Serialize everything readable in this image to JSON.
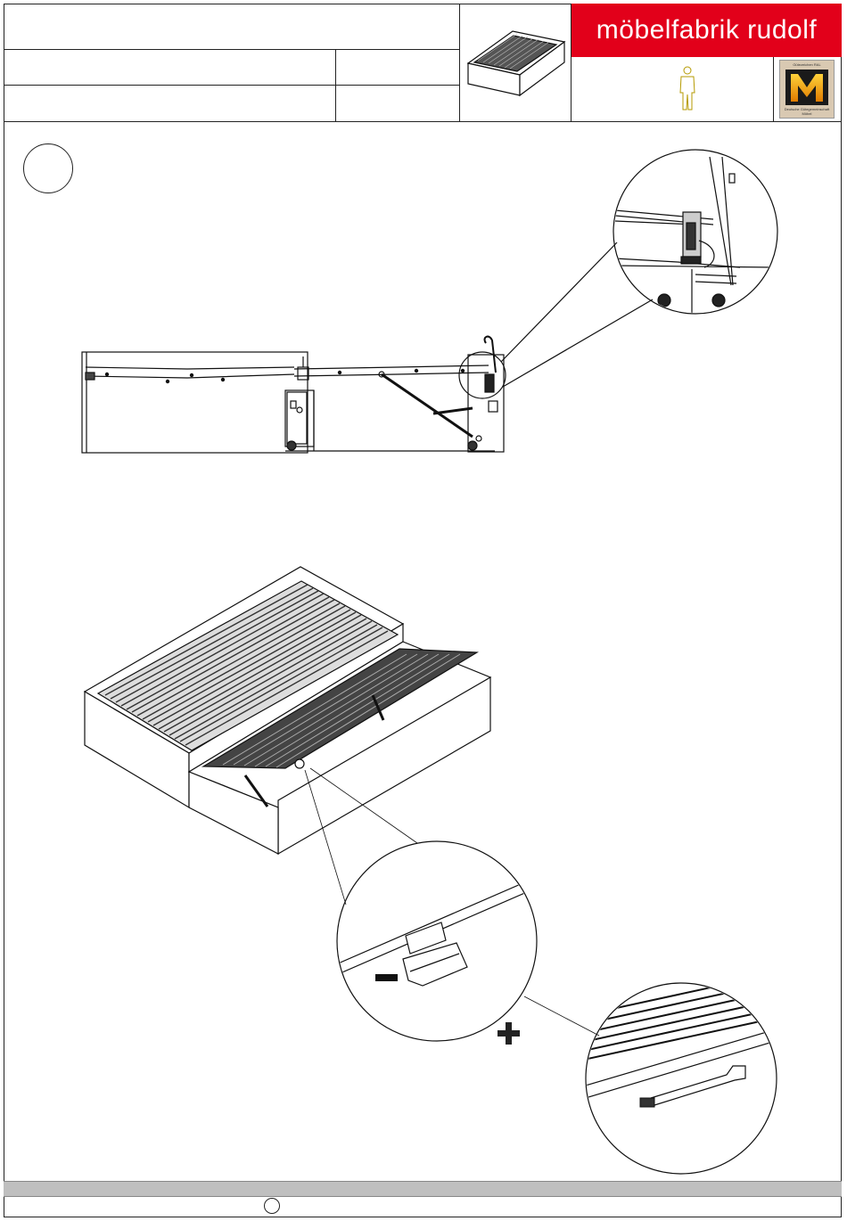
{
  "header": {
    "brand_name": "möbelfabrik rudolf",
    "title_field": "",
    "article_field": "",
    "article_code_field": "",
    "description_field": "",
    "description_code_field": "",
    "badge_top_text": "Gütezeichen RAL",
    "badge_letter": "M",
    "badge_bottom_text": "Deutsche Gütegemeinschaft Möbel"
  },
  "step": {
    "number": ""
  },
  "symbols": {
    "minus": "minus-sign",
    "plus": "plus-sign"
  },
  "footer": {
    "page_number": ""
  }
}
